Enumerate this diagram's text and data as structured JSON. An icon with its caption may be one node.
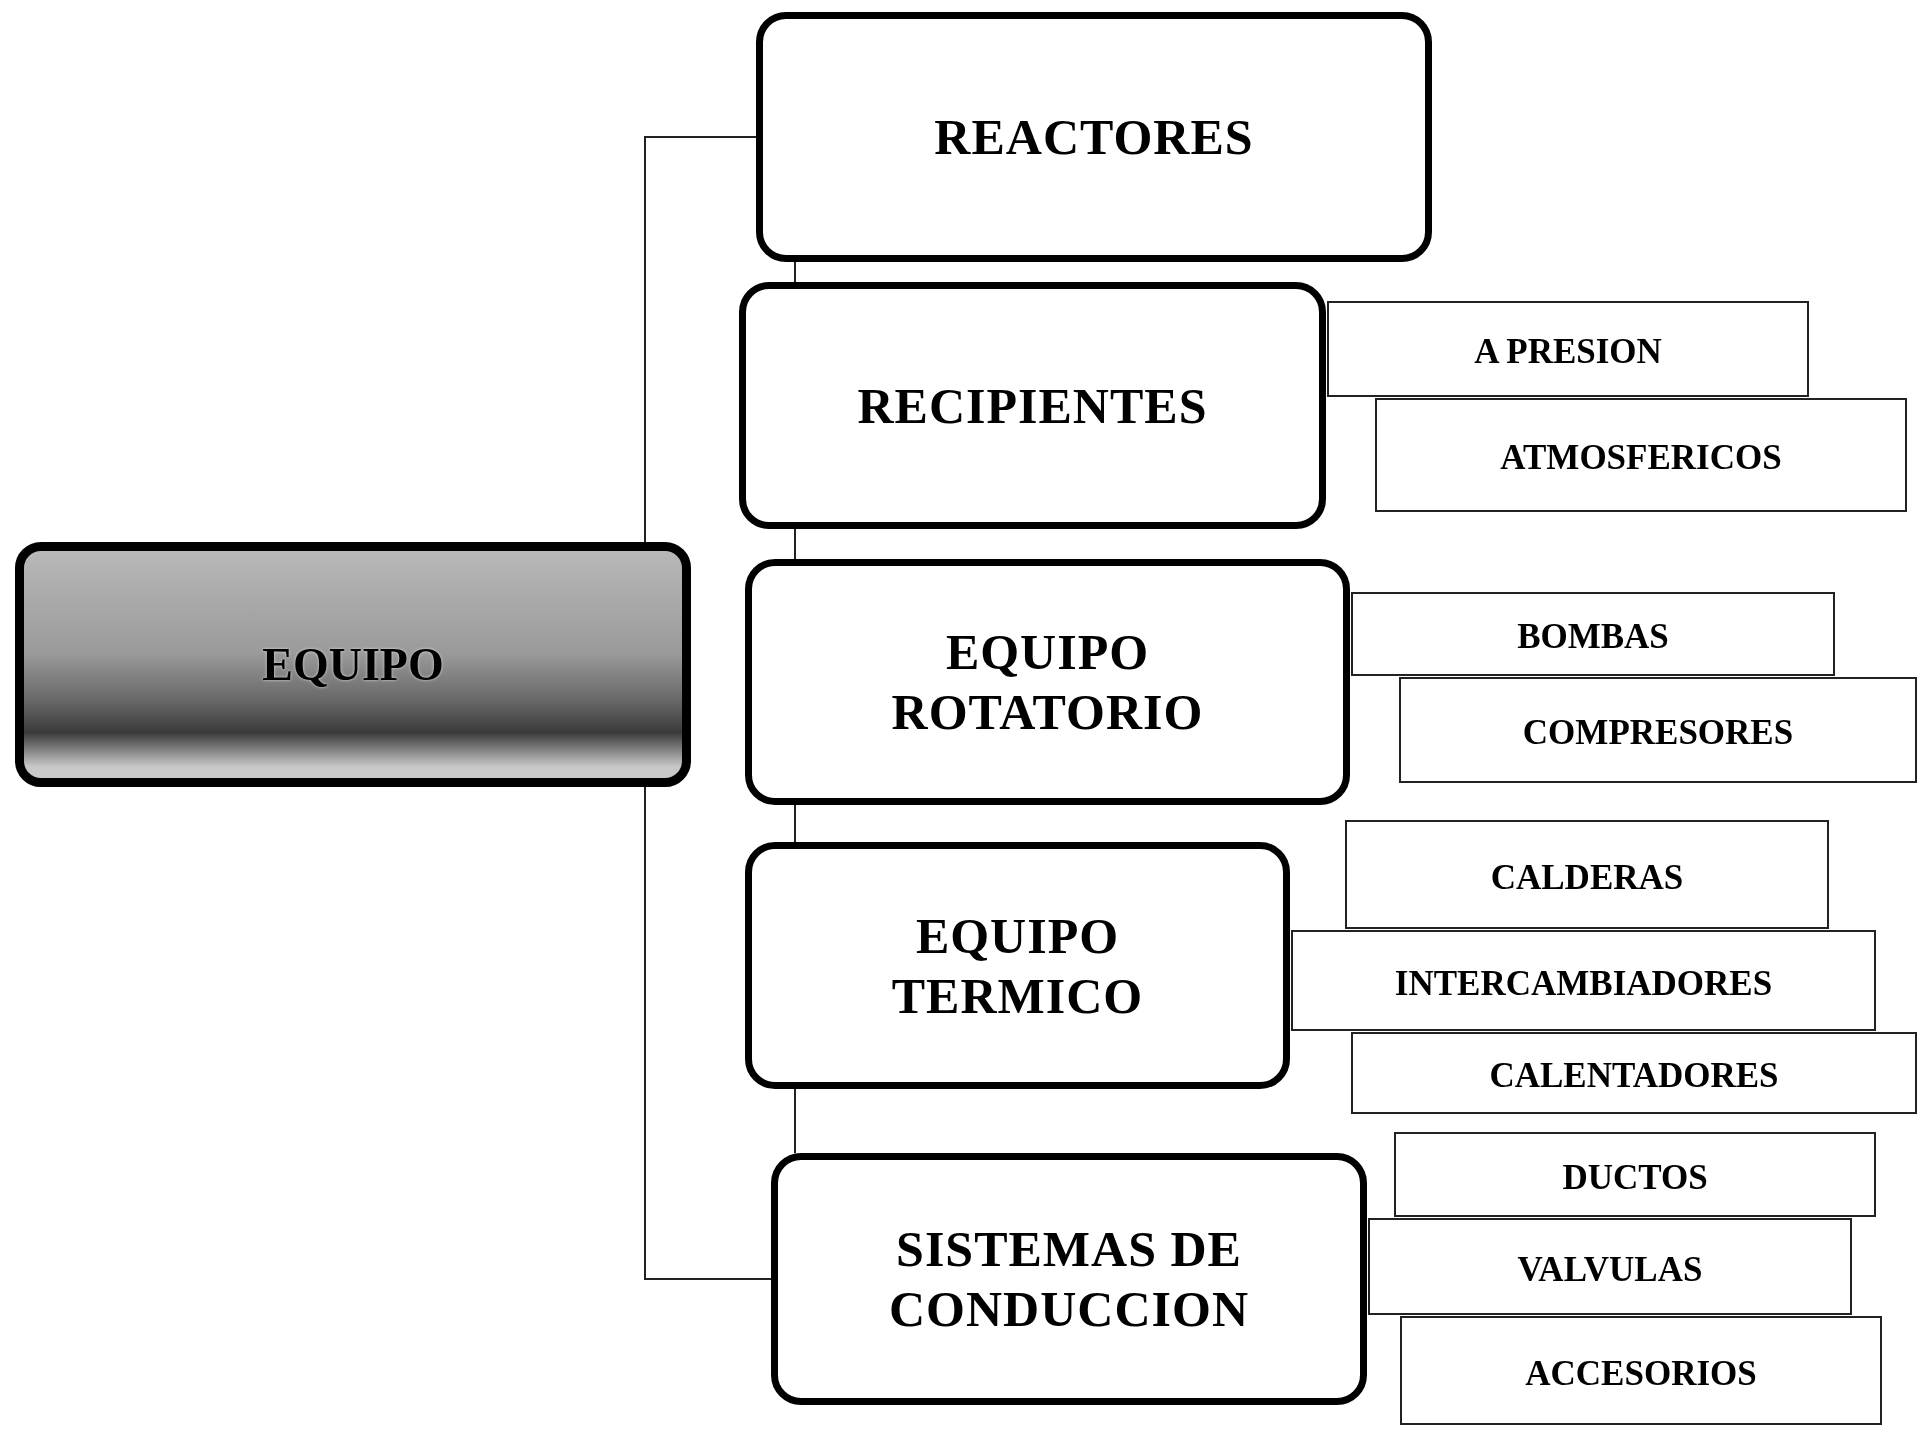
{
  "diagram": {
    "nodes": [
      {
        "text": [
          "EQUIPO"
        ]
      },
      {
        "text": [
          "REACTORES"
        ]
      },
      {
        "text": [
          "RECIPIENTES"
        ]
      },
      {
        "text": [
          "A PRESION"
        ]
      },
      {
        "text": [
          "ATMOSFERICOS"
        ]
      },
      {
        "text": [
          "EQUIPO ROTATORIO"
        ]
      },
      {
        "text": [
          "BOMBAS"
        ]
      },
      {
        "text": [
          "COMPRESORES"
        ]
      },
      {
        "text": [
          "EQUIPO TERMICO"
        ]
      },
      {
        "text": [
          "CALDERAS"
        ]
      },
      {
        "text": [
          "INTERCAMBIADORES"
        ]
      },
      {
        "text": [
          "CALENTADORES"
        ]
      },
      {
        "text": [
          "SISTEMAS DE CONDUCCION"
        ]
      },
      {
        "text": [
          "DUCTOS"
        ]
      },
      {
        "text": [
          "VALVULAS"
        ]
      },
      {
        "text": [
          "ACCESORIOS"
        ]
      }
    ],
    "edges": [
      {
        "from": 0,
        "to": 1,
        "arrow": "none"
      },
      {
        "from": 0,
        "to": 12,
        "arrow": "none"
      },
      {
        "from": 1,
        "to": 2,
        "arrow": "none"
      },
      {
        "from": 2,
        "to": 5,
        "arrow": "none"
      },
      {
        "from": 5,
        "to": 8,
        "arrow": "none"
      },
      {
        "from": 8,
        "to": 12,
        "arrow": "none"
      }
    ]
  }
}
